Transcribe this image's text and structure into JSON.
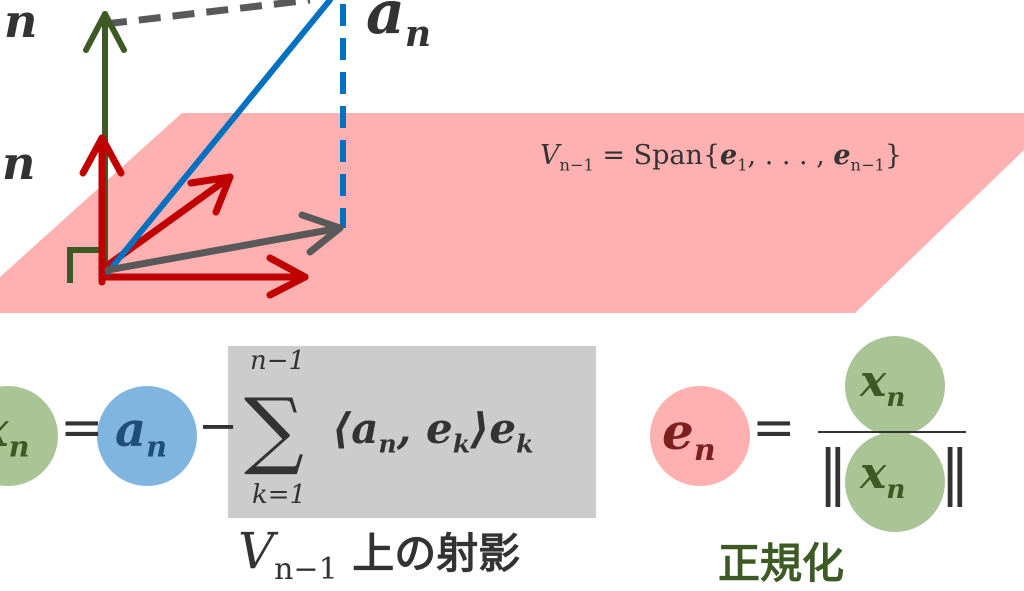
{
  "labels": {
    "top_left_sub": "n",
    "mid_left_sub": "n",
    "a_n_base": "a",
    "a_n_sub": "n",
    "span_formula_lhs": "V",
    "span_formula_lhs_sub": "n−1",
    "span_formula_rhs": " = Span{",
    "span_e1": "e",
    "span_e1_sub": "1",
    "span_dots": ", . . . , ",
    "span_en1": "e",
    "span_en1_sub": "n−1",
    "span_close": "}"
  },
  "formula": {
    "x_n": "x",
    "x_n_sub": "n",
    "equals": "=",
    "a_n": "a",
    "a_n_sub": "n",
    "minus": "−",
    "sum_upper": "n−1",
    "sum_symbol": "∑",
    "sum_lower": "k=1",
    "inner": "⟨a",
    "inner_sub1": "n",
    "inner_mid": ", e",
    "inner_sub2": "k",
    "inner_close": "⟩e",
    "inner_sub3": "k",
    "e_n": "e",
    "e_n_sub": "n",
    "equals2": "=",
    "num": "x",
    "num_sub": "n",
    "den": "x",
    "den_sub": "n",
    "norm_bars": "‖"
  },
  "captions": {
    "projection_V": "V",
    "projection_sub": "n−1",
    "projection_text": " 上の射影",
    "normalization": "正規化"
  },
  "colors": {
    "plane": "#ffb0b0",
    "green": "#3d5a24",
    "red": "#c00000",
    "blue": "#0070c0",
    "gray": "#595959",
    "circle_green": "#a9c495",
    "circle_blue": "#7fb5de",
    "circle_pink": "#ffb0b0",
    "box": "#cccccc"
  }
}
